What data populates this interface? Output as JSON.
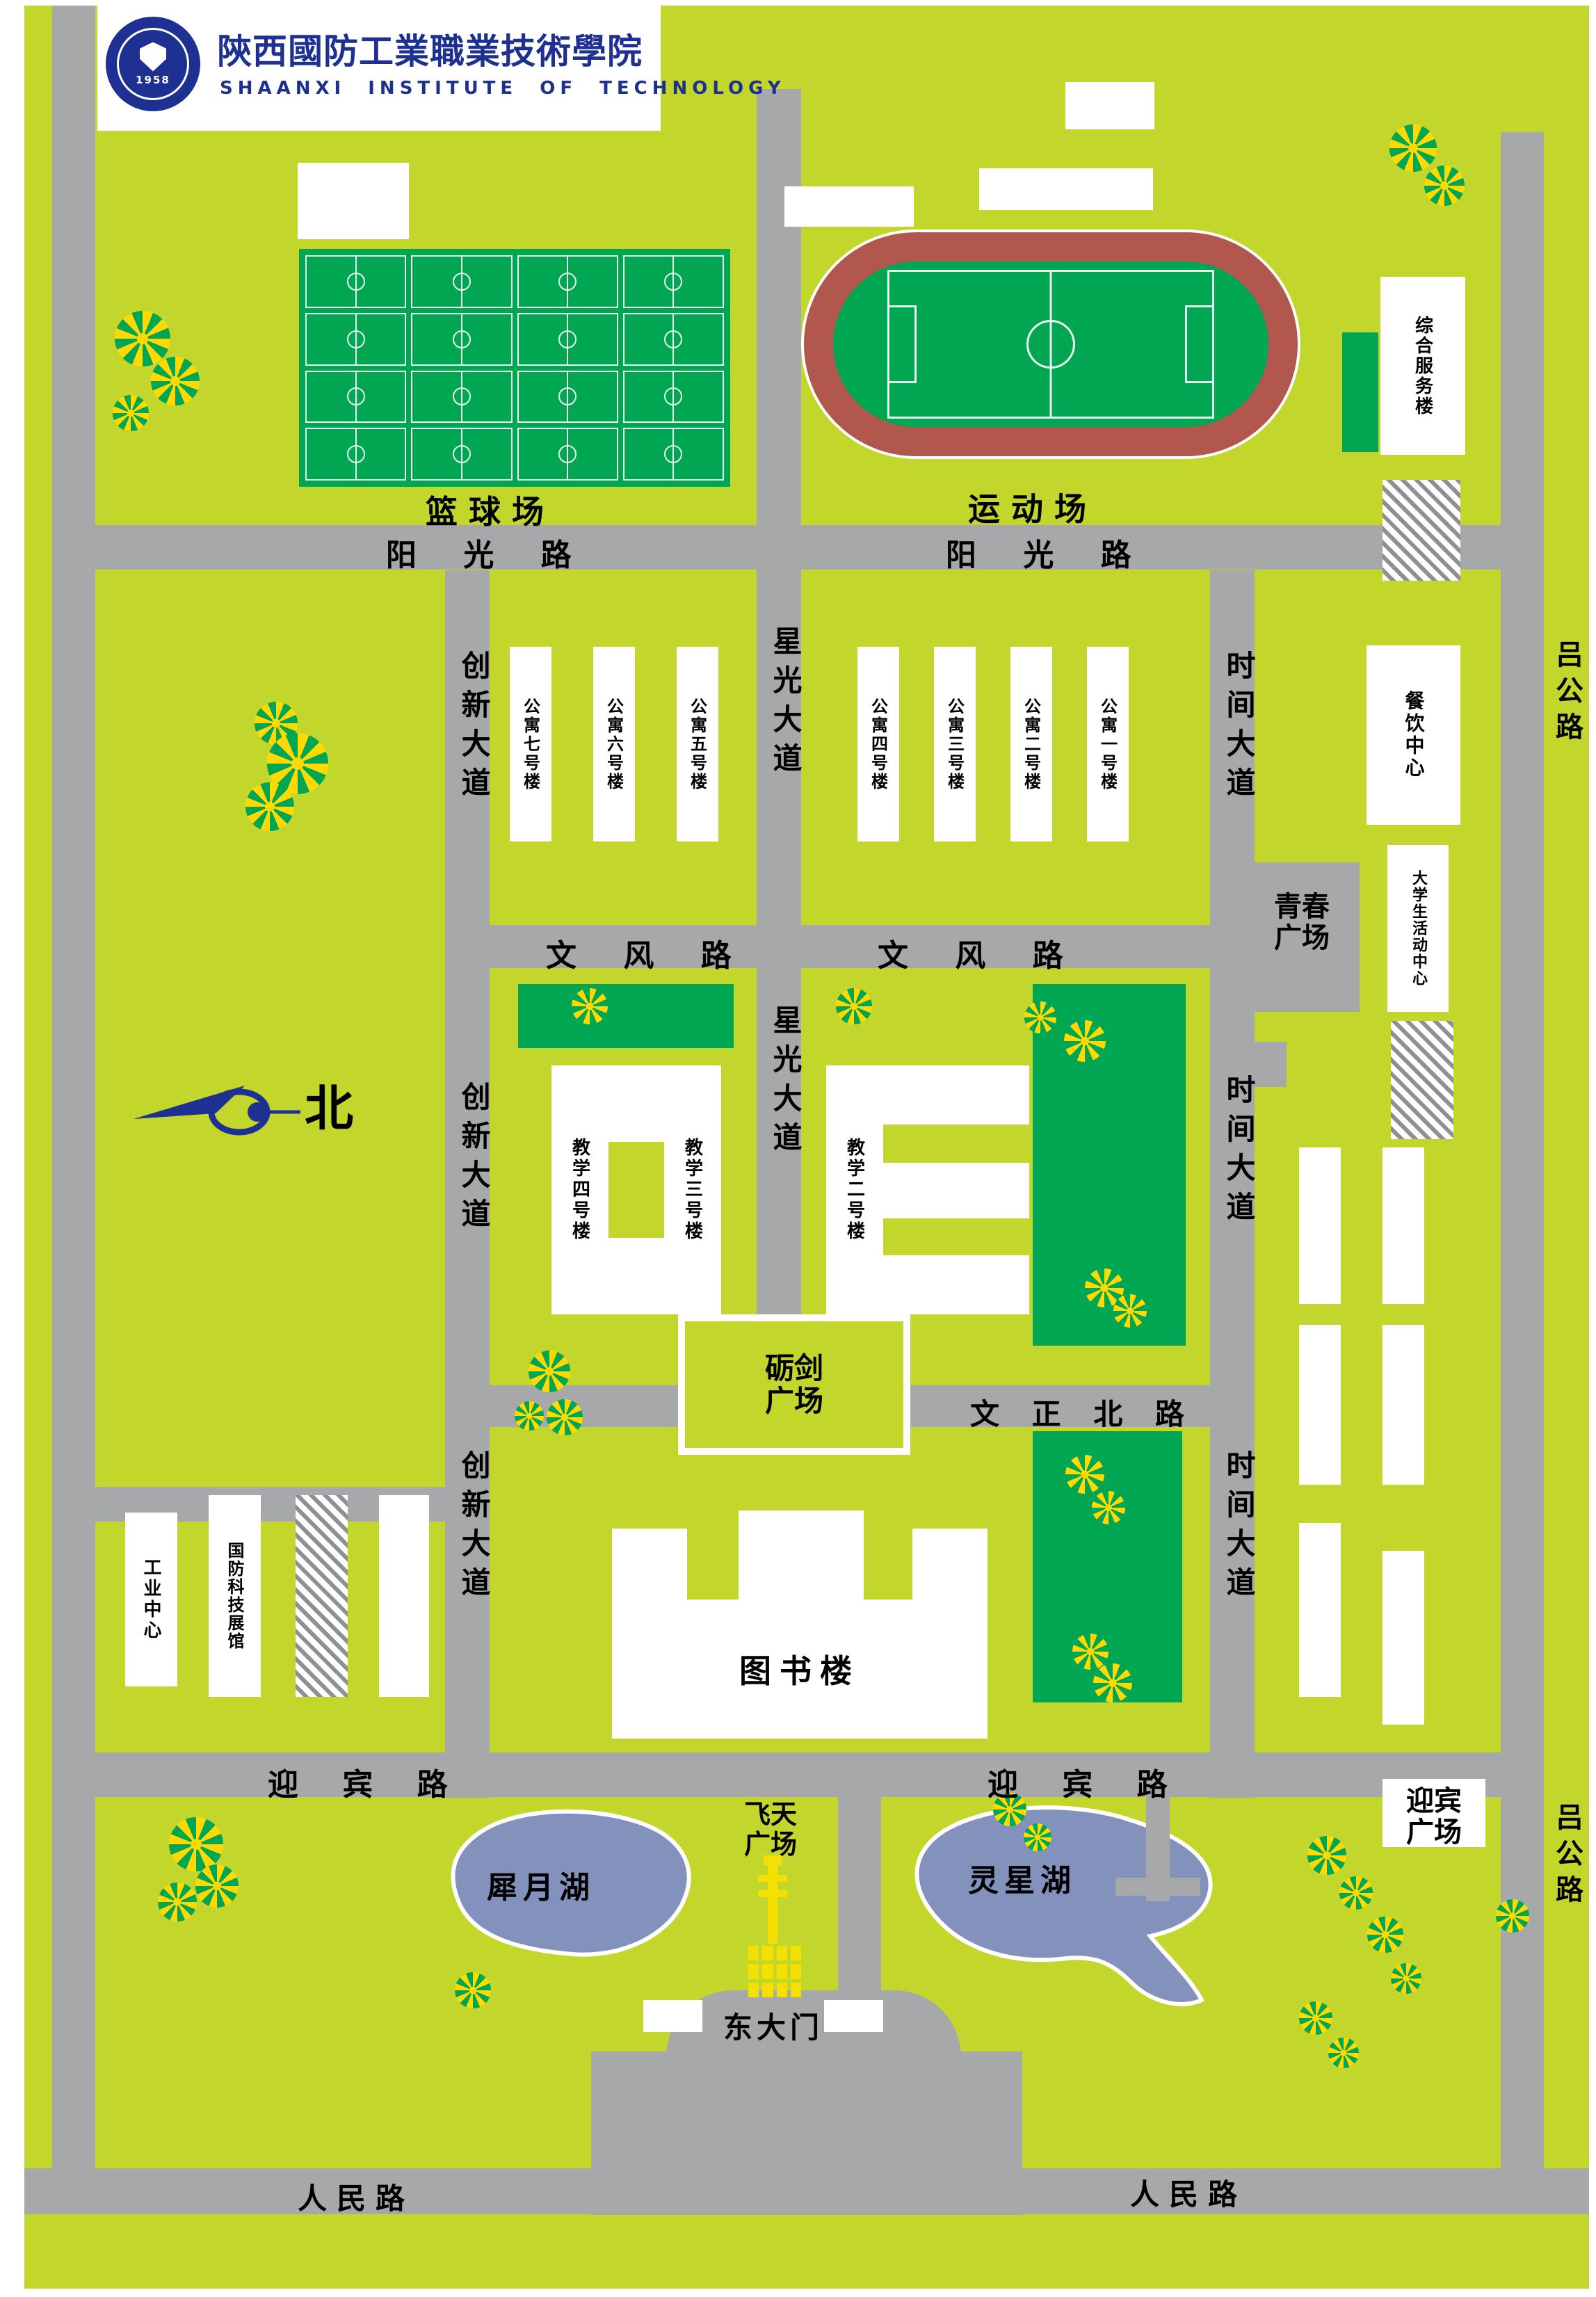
{
  "header": {
    "school_name_zh": "陝西國防工業職業技術學院",
    "school_name_en": "SHAANXI INSTITUTE OF TECHNOLOGY",
    "logo_year": "1958"
  },
  "compass": {
    "north_label": "北"
  },
  "roads": {
    "yangguang_west": "阳 光 路",
    "yangguang_east": "阳 光 路",
    "wenfeng_west": "文 风 路",
    "wenfeng_east": "文 风 路",
    "wenzheng_north": "文 正 北 路",
    "yingbin_west": "迎 宾 路",
    "yingbin_east": "迎 宾 路",
    "renmin_west": "人民路",
    "renmin_east": "人民路",
    "chuangxin_1": "创新大道",
    "chuangxin_2": "创新大道",
    "chuangxin_3": "创新大道",
    "xingguang_1": "星光大道",
    "xingguang_2": "星光大道",
    "shijian_1": "时间大道",
    "shijian_2": "时间大道",
    "shijian_3": "时间大道",
    "lugong_north": "吕公路",
    "lugong_south": "吕公路"
  },
  "sports": {
    "basketball_courts": "篮球场",
    "stadium": "运动场"
  },
  "buildings": {
    "service_building": "综合服务楼",
    "dining_center": "餐饮中心",
    "student_activity_center": "大学生活动中心",
    "dorm_7": "公寓七号楼",
    "dorm_6": "公寓六号楼",
    "dorm_5": "公寓五号楼",
    "dorm_4": "公寓四号楼",
    "dorm_3": "公寓三号楼",
    "dorm_2": "公寓二号楼",
    "dorm_1": "公寓一号楼",
    "teaching_4": "教学四号楼",
    "teaching_3": "教学三号楼",
    "teaching_2": "教学二号楼",
    "library": "图书楼",
    "industry_center": "工业中心",
    "defense_tech_museum": "国防科技展馆",
    "east_gate": "东大门"
  },
  "squares": {
    "youth_square": "青春广场",
    "lijian_square": "砺剑广场",
    "feitian_square": "飞天广场",
    "yingbin_square": "迎宾广场"
  },
  "lakes": {
    "xiyue_lake": "犀月湖",
    "lingxing_lake": "灵星湖"
  },
  "colors": {
    "background": "#c3d62b",
    "road_gray": "#a7a8aa",
    "field_green": "#00a651",
    "track_red": "#b2574d",
    "lake_blue": "#8292bd",
    "brand_blue": "#1e3092",
    "tree_yellow": "#ffd900",
    "monument_yellow": "#f5e003"
  }
}
